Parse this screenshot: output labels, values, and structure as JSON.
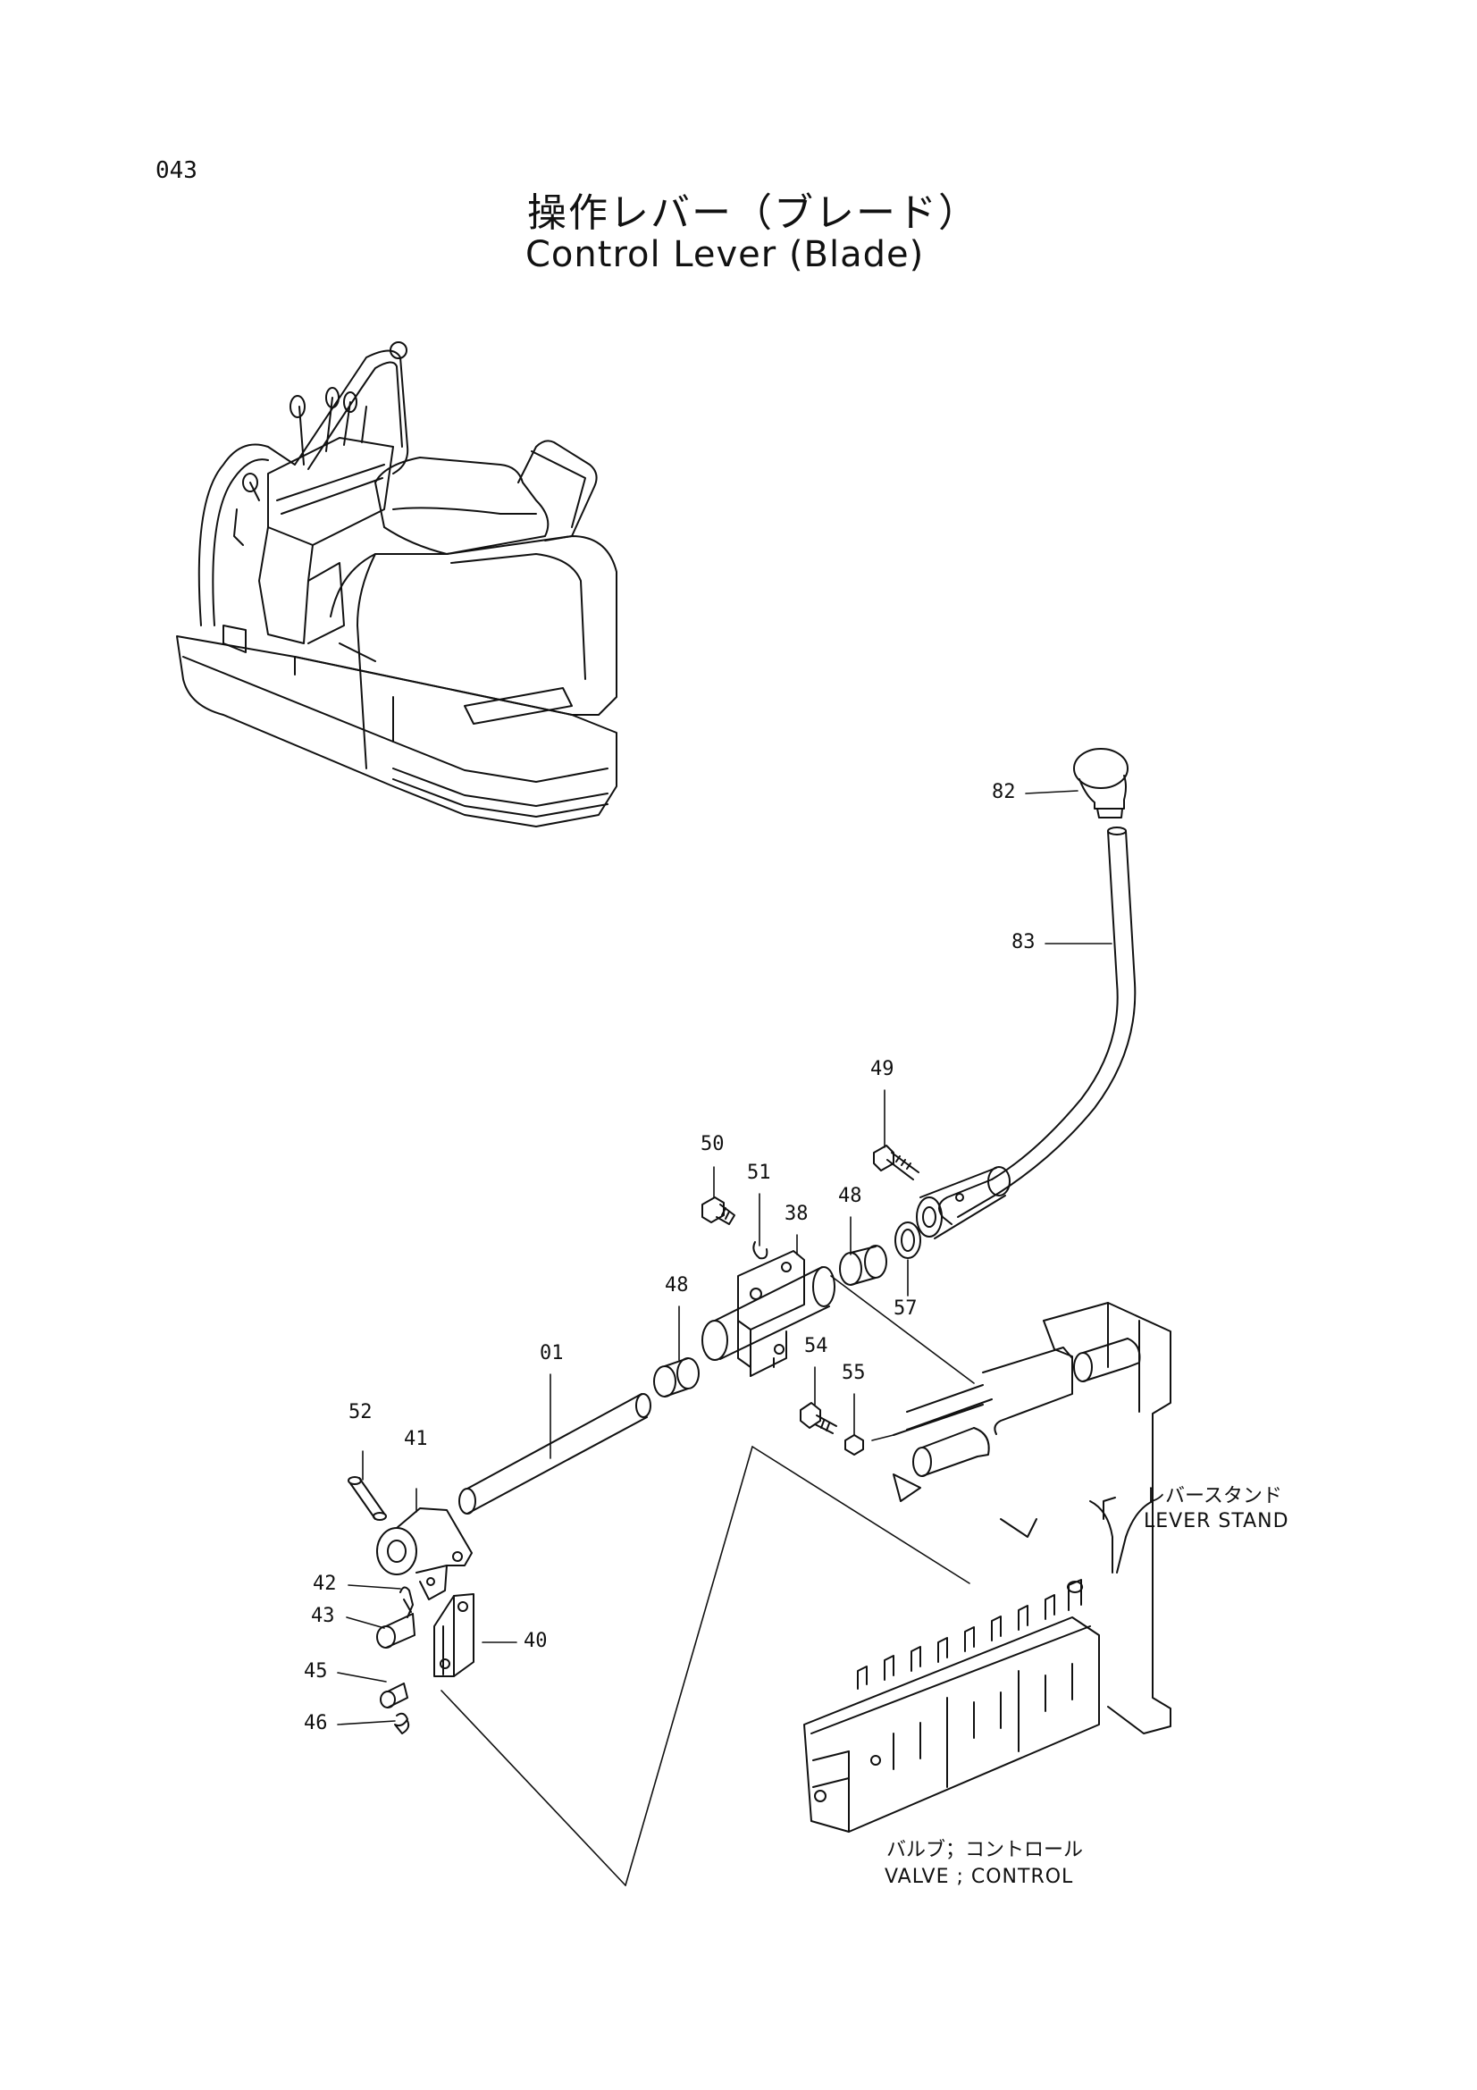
{
  "page_number": "043",
  "title": {
    "japanese": "操作レバー（ブレード）",
    "english": "Control Lever (Blade)"
  },
  "callouts": {
    "c82": "82",
    "c83": "83",
    "c49": "49",
    "c50": "50",
    "c51": "51",
    "c38": "38",
    "c48a": "48",
    "c48b": "48",
    "c57": "57",
    "c01": "01",
    "c54": "54",
    "c55": "55",
    "c52": "52",
    "c41": "41",
    "c42": "42",
    "c43": "43",
    "c40": "40",
    "c45": "45",
    "c46": "46"
  },
  "labels": {
    "lever_stand_jp": "レバースタンド",
    "lever_stand_en": "LEVER STAND",
    "valve_jp": "バルブ；コントロール",
    "valve_en": "VALVE ; CONTROL"
  },
  "colors": {
    "ink": "#111111",
    "paper": "#ffffff"
  }
}
